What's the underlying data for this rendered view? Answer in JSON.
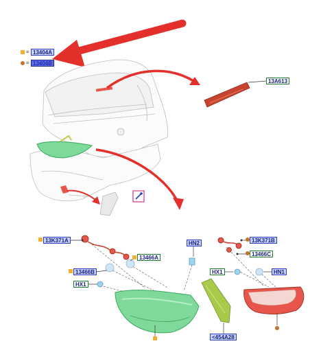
{
  "legend": [
    {
      "marker": "square",
      "color": "#f2b134",
      "eq": "=",
      "code": "13404A"
    },
    {
      "marker": "circle",
      "color": "#c4742c",
      "eq": "=",
      "code": "13404B"
    }
  ],
  "callouts": {
    "top_right_part": "13A613",
    "left_connector": "13K371A",
    "right_connector": "13K371B",
    "left_bulb_holder": "13466B",
    "center_bulb_holder": "13466A",
    "right_bulb_holder": "13466C",
    "left_fastener_hx": "HX1",
    "center_fastener_hn": "HN2",
    "right_fastener_hx": "HX1",
    "right_fastener_hn": "HN1",
    "gasket": "<454A28"
  },
  "colors": {
    "arrow": "#e3302b",
    "lamp_green": "#7ed99a",
    "lamp_green_dark": "#3aa85c",
    "lamp_red": "#e8564b",
    "body_outline": "#bdbdbd",
    "label_blue_fill": "#c9d3ff",
    "label_green_border": "#1f7a2e",
    "magenta_frame": "#d6338c"
  },
  "icons": {
    "small_part_icon": "lamp-clip-icon"
  }
}
